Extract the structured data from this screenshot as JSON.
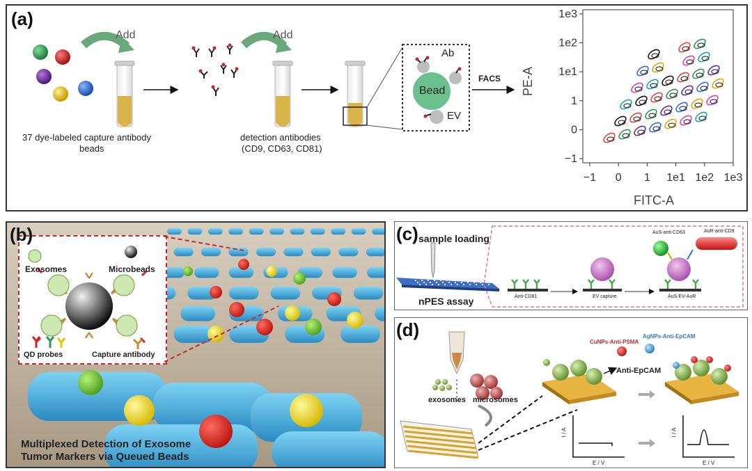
{
  "panel_a": {
    "label": "(a)",
    "add_label_1": "Add",
    "add_label_2": "Add",
    "beads_caption": "37 dye-labeled capture antibody beads",
    "beads_caption_line1": "37 dye-labeled capture antibody",
    "beads_caption_line2": "beads",
    "detection_caption_line1": "detection antibodies",
    "detection_caption_line2": "(CD9, CD63, CD81)",
    "inset_ab": "Ab",
    "inset_bead": "Bead",
    "inset_ev": "EV",
    "facs_label": "FACS",
    "plot": {
      "xlabel": "FITC-A",
      "ylabel": "PE-A",
      "x_ticks": [
        "−1",
        "0",
        "1",
        "1e1",
        "1e2",
        "1e3"
      ],
      "y_ticks": [
        "1e3",
        "1e2",
        "1e1",
        "1",
        "0",
        "−1"
      ]
    }
  },
  "panel_b": {
    "label": "(b)",
    "exosomes": "Exosomes",
    "microbeads": "Microbeads",
    "qd_probes": "QD probes",
    "capture_antibody": "Capture antibody",
    "caption_line1": "Multiplexed Detection of Exosome",
    "caption_line2": "Tumor Markers via Queued Beads"
  },
  "panel_c": {
    "label": "(c)",
    "sample_loading": "sample loading",
    "assay": "nPES assay",
    "aus_cd63": "AuS-anti-CD63",
    "aur_cd9": "AuR-anti-CD9",
    "step1": "Anti-CD81",
    "step2": "EV capture",
    "step3": "AuS-EV-AuR"
  },
  "panel_d": {
    "label": "(d)",
    "exosomes": "exosomes",
    "microsomes": "microsomes",
    "cunps": "CuNPs-Anti-PSMA",
    "agnps": "AgNPs-Anti-EpCAM",
    "anti_epcam": "Anti-EpCAM",
    "ia": "I / A",
    "ev": "E / V",
    "ia2": "I / A",
    "ev2": "E / V"
  },
  "colors": {
    "bead_green": "#2e9b4f",
    "bead_red": "#d42424",
    "bead_purple": "#6b2a9e",
    "bead_yellow": "#f2c200",
    "bead_blue": "#2f6fd6",
    "tube_liquid": "#d9b44a",
    "arrow_green": "#6aa77a",
    "bead_center": "#6cc08e",
    "belt_blue": "#3fa9d8",
    "dashed_red": "#c0292f",
    "gold_chip": "#d9a32a"
  }
}
